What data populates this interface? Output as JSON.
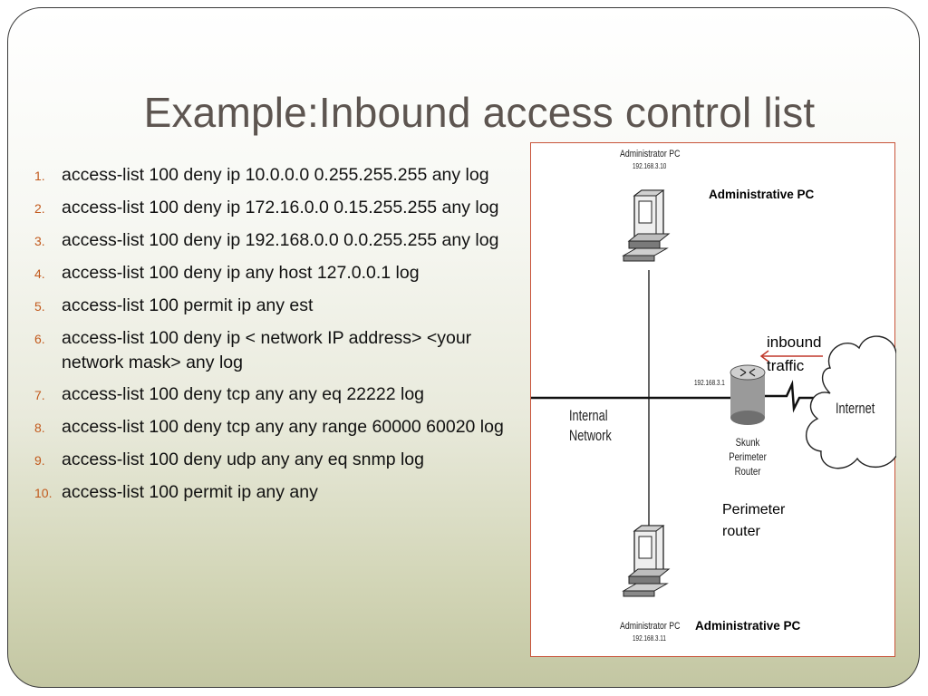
{
  "title": "Example:Inbound access control list",
  "acl": [
    {
      "num": "1.",
      "text": "access-list 100 deny ip 10.0.0.0 0.255.255.255 any log"
    },
    {
      "num": "2.",
      "text": "access-list 100 deny ip 172.16.0.0 0.15.255.255 any log"
    },
    {
      "num": "3.",
      "text": "access-list 100 deny ip 192.168.0.0 0.0.255.255 any log"
    },
    {
      "num": "4.",
      "text": "access-list 100 deny ip any host 127.0.0.1 log"
    },
    {
      "num": "5.",
      "text": "access-list 100 permit ip any est"
    },
    {
      "num": "6.",
      "text": "access-list 100 deny ip < network IP address> <your network mask> any log"
    },
    {
      "num": "7.",
      "text": "access-list 100 deny tcp any any eq 22222 log"
    },
    {
      "num": "8.",
      "text": "access-list 100 deny tcp any any range 60000 60020 log"
    },
    {
      "num": "9.",
      "text": "access-list 100 deny udp any any eq snmp log"
    },
    {
      "num": "10.",
      "text": "access-list 100 permit ip any any"
    }
  ],
  "diagram": {
    "top_pc_label": "Administrator PC",
    "top_pc_ip": "192.168.3.10",
    "top_admin_caption": "Administrative PC",
    "router_ip": "192.168.3.1",
    "router_name": "Skunk Perimeter Router",
    "router_caption": "Perimeter router",
    "internal_network": "Internal Network",
    "internet": "Internet",
    "inbound_traffic": "inbound traffic",
    "bottom_pc_label": "Administrator PC",
    "bottom_pc_ip": "192.168.3.11",
    "bottom_admin_caption": "Administrative PC"
  },
  "colors": {
    "title": "#5d5550",
    "list_number": "#c25a1d",
    "diagram_border": "#c8543a",
    "arrow": "#c0392b"
  }
}
